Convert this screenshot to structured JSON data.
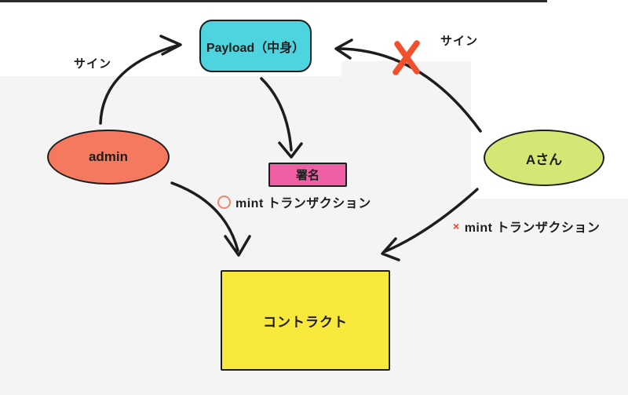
{
  "diagram": {
    "nodes": {
      "payload": {
        "label": "Payload（中身）",
        "fill": "#4ed4df"
      },
      "admin": {
        "label": "admin",
        "fill": "#f4795f"
      },
      "user_a": {
        "label": "Aさん",
        "fill": "#d3e874"
      },
      "signature": {
        "label": "署名",
        "fill": "#ee5fa4"
      },
      "contract": {
        "label": "コントラクト",
        "fill": "#f9e93c"
      }
    },
    "edge_labels": {
      "sign_left": "サイン",
      "sign_right": "サイン"
    },
    "annotations": {
      "mint_ok_symbol": "○",
      "mint_ok_text": "mint トランザクション",
      "mint_ng_symbol": "×",
      "mint_ng_text": "mint トランザクション"
    },
    "colors": {
      "ok_circle": "#f08570",
      "ng_x": "#e8432b",
      "cross_mark": "#f1502a",
      "line_stroke": "#1d1d1d"
    }
  }
}
